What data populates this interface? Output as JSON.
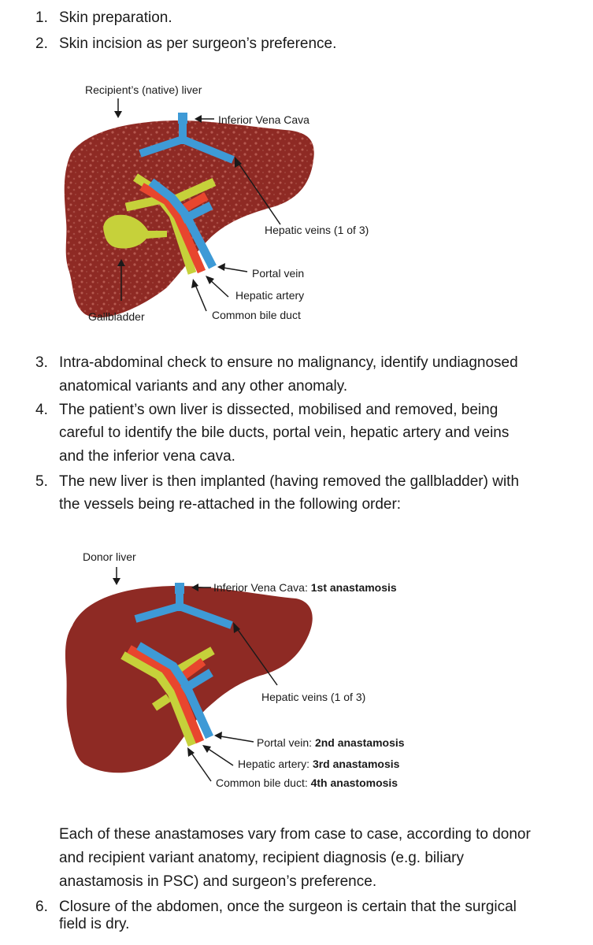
{
  "steps": [
    {
      "num": "1.",
      "lines": [
        "Skin preparation."
      ]
    },
    {
      "num": "2.",
      "lines": [
        "Skin incision as per surgeon’s preference."
      ]
    },
    {
      "num": "3.",
      "lines": [
        "Intra-abdominal check to ensure no malignancy, identify undiagnosed",
        "anatomical variants and any other anomaly."
      ]
    },
    {
      "num": "4.",
      "lines": [
        "The patient’s own liver is dissected, mobilised and removed, being",
        "careful to identify the bile ducts, portal vein, hepatic artery and veins",
        "and the inferior vena cava."
      ]
    },
    {
      "num": "5.",
      "lines": [
        "The new liver is then implanted (having removed the gallbladder) with",
        "the vessels being re-attached in the following order:"
      ]
    },
    {
      "num": "6.",
      "lines": [
        "Closure of the abdomen, once the surgeon is certain that the surgical",
        "field is dry."
      ]
    }
  ],
  "note_lines": [
    "Each of these anastamoses vary from case to case, according to donor",
    "and recipient variant anatomy, recipient diagnosis (e.g. biliary",
    "anastamosis in PSC) and surgeon’s preference."
  ],
  "figure1": {
    "title": "Recipient’s (native) liver",
    "ivc": "Inferior Vena Cava",
    "hepatic_veins": "Hepatic veins (1 of 3)",
    "portal_vein": "Portal vein",
    "hepatic_artery": "Hepatic artery",
    "common_bile_duct": "Common bile duct",
    "gallbladder": "Gallbladder"
  },
  "figure2": {
    "title": "Donor liver",
    "ivc": "Inferior Vena Cava: ",
    "ivc_bold": "1st anastamosis",
    "hepatic_veins": "Hepatic veins (1 of 3)",
    "portal_vein": "Portal vein: ",
    "portal_vein_bold": "2nd anastamosis",
    "hepatic_artery": "Hepatic artery: ",
    "hepatic_artery_bold": "3rd anastamosis",
    "common_bile_duct": "Common bile duct: ",
    "common_bile_duct_bold": "4th anastomosis"
  },
  "colors": {
    "liver": "#8e2a24",
    "vein_blue": "#3e9ad6",
    "artery_red": "#e8462e",
    "bile_yellow": "#c6d13a",
    "text": "#1a1a1a"
  }
}
